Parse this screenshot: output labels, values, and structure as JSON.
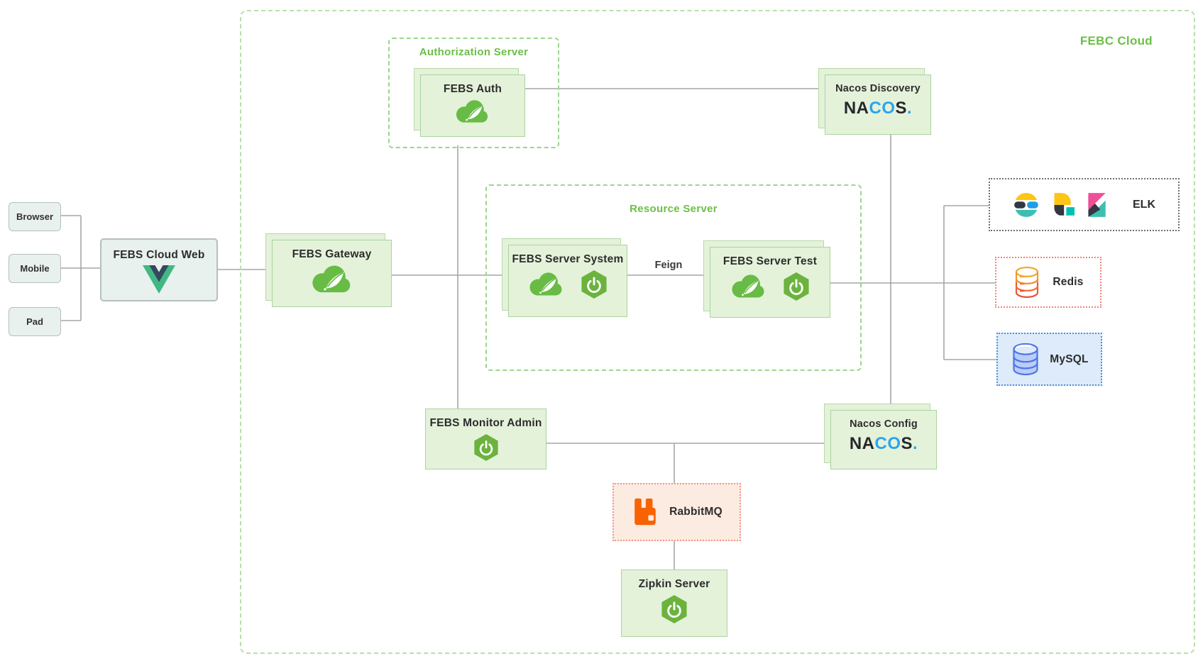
{
  "diagram": {
    "cloud_title": "FEBC Cloud",
    "groups": {
      "auth": {
        "title": "Authorization Server"
      },
      "resource": {
        "title": "Resource Server"
      }
    },
    "clients": [
      {
        "label": "Browser"
      },
      {
        "label": "Mobile"
      },
      {
        "label": "Pad"
      }
    ],
    "nodes": {
      "cloud_web": {
        "label": "FEBS Cloud Web"
      },
      "gateway": {
        "label": "FEBS Gateway"
      },
      "auth": {
        "label": "FEBS Auth"
      },
      "nacos_discovery": {
        "label": "Nacos Discovery"
      },
      "server_system": {
        "label": "FEBS Server System"
      },
      "server_test": {
        "label": "FEBS Server Test"
      },
      "monitor": {
        "label": "FEBS Monitor Admin"
      },
      "nacos_config": {
        "label": "Nacos Config"
      },
      "rabbitmq": {
        "label": "RabbitMQ"
      },
      "zipkin": {
        "label": "Zipkin Server"
      },
      "elk": {
        "label": "ELK"
      },
      "redis": {
        "label": "Redis"
      },
      "mysql": {
        "label": "MySQL"
      }
    },
    "edges": {
      "feign": "Feign"
    },
    "nacos_wordmark": {
      "na": "NA",
      "co": "CO",
      "s": "S",
      "dot": "."
    },
    "colors": {
      "group_title_green": "#6cbf47",
      "node_fill": "#e4f2da",
      "node_border": "#a9d39d",
      "connector_gray": "#a6a6a6",
      "rabbit_orange": "#f86300",
      "nacos_blue": "#2aa5ee",
      "vue_green": "#41b883",
      "spring_green": "#68bc45",
      "mysql_blue": "#4a90d9",
      "redis_red": "#f4827a"
    }
  }
}
